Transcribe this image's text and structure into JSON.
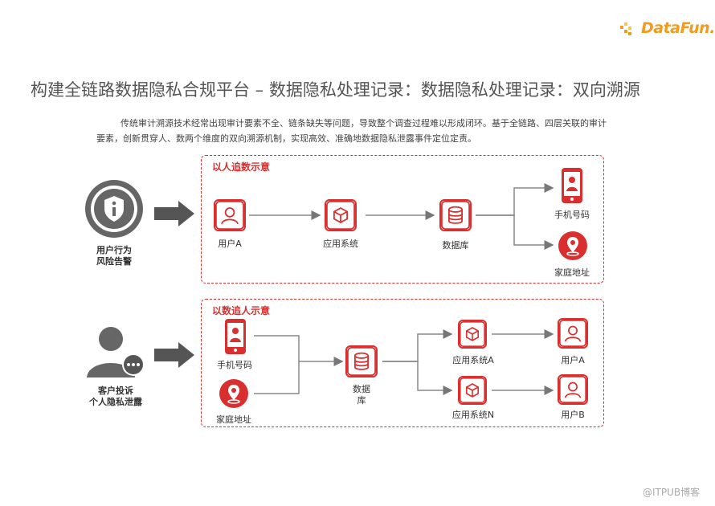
{
  "brand": {
    "name": "DataFun."
  },
  "title": "构建全链路数据隐私合规平台 – 数据隐私处理记录：数据隐私处理记录：双向溯源",
  "description": {
    "line1": "传统审计溯源技术经常出现审计要素不全、链条缺失等问题，导致整个调查过程难以形成闭环。基于全链路、四层关联的审计",
    "line2": "要素，创新贯穿人、数两个维度的双向溯源机制，实现高效、准确地数据隐私泄露事件定位定责。"
  },
  "panel1": {
    "title": "以人追数示意",
    "trigger_label": [
      "用户行为",
      "风险告警"
    ],
    "nodes": {
      "user": "用户A",
      "app": "应用系统",
      "db": "数据库",
      "phone": "手机号码",
      "address": "家庭地址"
    }
  },
  "panel2": {
    "title": "以数追人示意",
    "trigger_label": [
      "客户投诉",
      "个人隐私泄露"
    ],
    "nodes": {
      "phone": "手机号码",
      "address": "家庭地址",
      "db": [
        "数据",
        "库"
      ],
      "app_a": "应用系统A",
      "app_n": "应用系统N",
      "user_a": "用户A",
      "user_b": "用户B"
    }
  },
  "watermark": "@ITPUB博客",
  "colors": {
    "accent": "#d9302f",
    "brand": "#f29b1f",
    "arrow": "#555555",
    "trigger_icon": "#666666"
  }
}
